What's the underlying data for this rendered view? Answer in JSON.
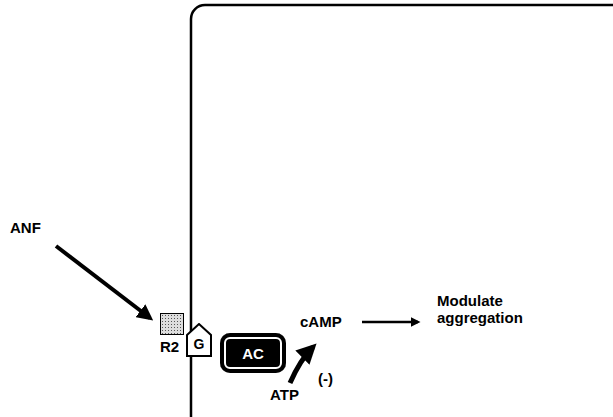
{
  "diagram": {
    "nodes": [
      {
        "text": [
          "R2"
        ]
      },
      {
        "text": [
          "G"
        ]
      },
      {
        "text": [
          "AC"
        ]
      }
    ],
    "labels": [
      "ANF",
      "cAMP",
      "Modulate aggregation",
      "ATP",
      "(-)"
    ]
  }
}
